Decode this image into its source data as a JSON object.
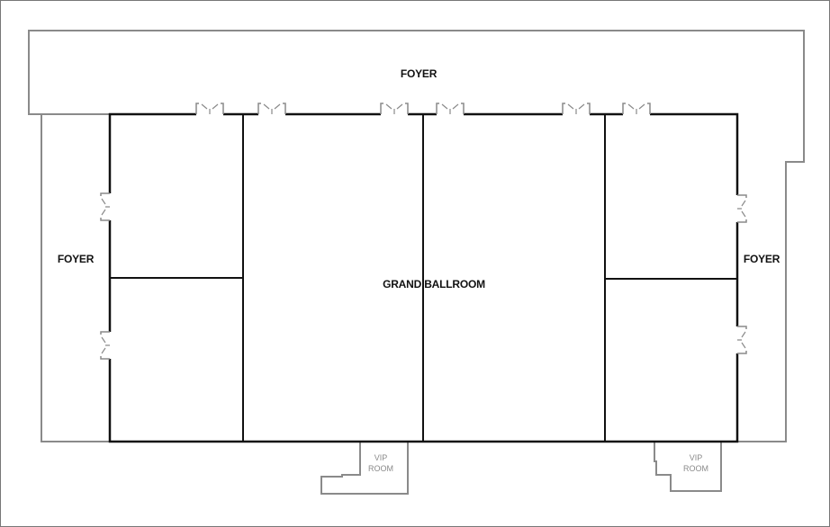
{
  "labels": {
    "foyer_top": "FOYER",
    "foyer_left": "FOYER",
    "foyer_right": "FOYER",
    "grand_ballroom": "GRAND BALLROOM"
  },
  "vip_rooms": [
    {
      "line1": "VIP",
      "line2": "ROOM"
    },
    {
      "line1": "VIP",
      "line2": "ROOM"
    }
  ],
  "colors": {
    "walls": "#111111",
    "outline": "#8a8a8a",
    "frame": "#777777"
  }
}
